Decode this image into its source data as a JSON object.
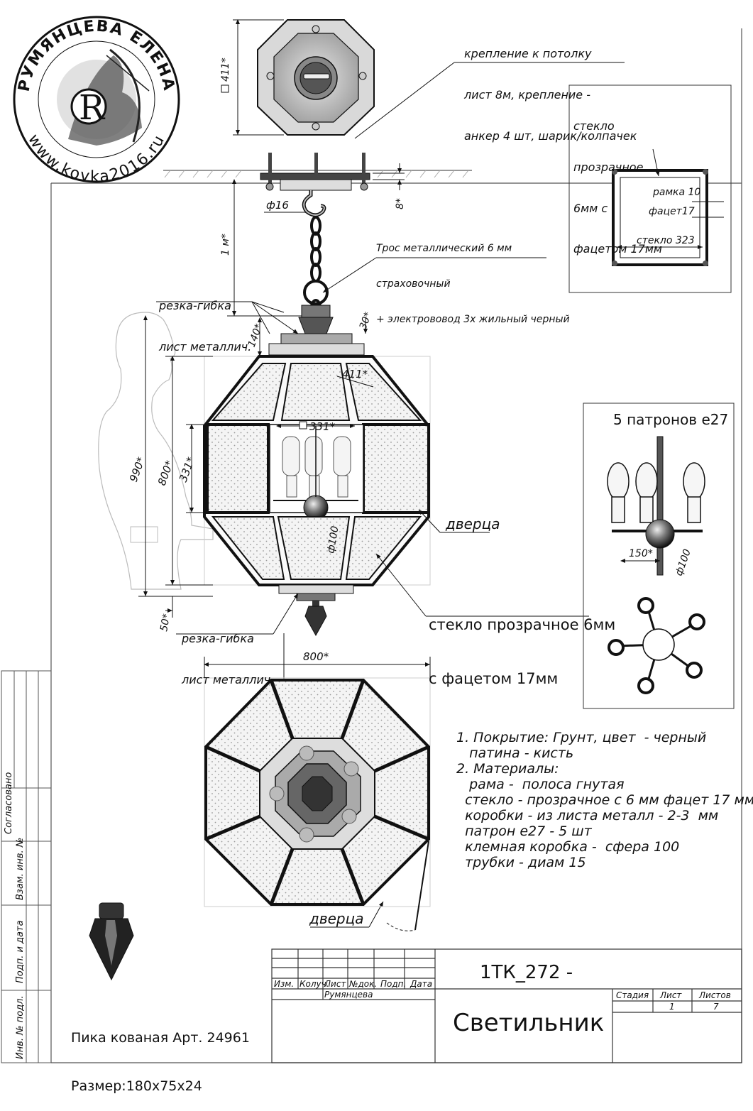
{
  "stamp": {
    "top_text": "РУМЯНЦЕВА ЕЛЕНА",
    "bottom_text": "www.kovka2016.ru",
    "monogram": "R"
  },
  "labels": {
    "ceiling_mount": [
      "крепление к потолку",
      "лист 8м, крепление -",
      "анкер 4 шт, шарик/колпачек"
    ],
    "glass_top_right": [
      "стекло",
      "прозрачное",
      "6мм с",
      "фацетом 17мм"
    ],
    "cable": [
      "Трос металлический 6 мм",
      "страховочный",
      "+ электрововод 3х жильный черный"
    ],
    "cut_bend_top": [
      "резка-гибка",
      "лист металлич."
    ],
    "cut_bend_bottom": [
      "резка-гибка",
      "лист металлич."
    ],
    "door_side": "дверца",
    "door_bottom": "дверца",
    "glass_main": [
      "стекло прозрачное 6мм",
      "с фацетом 17мм"
    ],
    "sockets_title": "5 патронов е27"
  },
  "glass_detail": {
    "frame": "рамка 10",
    "facet": "фацет17",
    "glass": "стекло 323"
  },
  "dimensions": {
    "d411_top": "411*",
    "d8": "8*",
    "d16": "ф16",
    "d1m": "1 м*",
    "d30": "30*",
    "d140": "140*",
    "d411_mid": "411*",
    "d331_h": "331*",
    "d331_v": "331*",
    "d990": "990*",
    "d800_v": "800*",
    "d100": "ф100",
    "d50": "50*",
    "d800_h": "800*",
    "d150": "150*",
    "d100_socket": "ф100"
  },
  "notes": [
    "1. Покрытие: Грунт, цвет  - черный",
    "   патина - кисть",
    "2. Материалы:",
    "   рама -  полоса гнутая",
    "  стекло - прозрачное с 6 мм фацет 17 мм",
    "  коробки - из листа металл - 2-3  мм",
    "  патрон е27 - 5 шт",
    "  клемная коробка -  сфера 100",
    "  трубки - диам 15"
  ],
  "finial": {
    "name": "Пика кованая Арт. 24961",
    "size": "Размер:180х75х24"
  },
  "side_stamp": [
    "Согласовано",
    "Взам. инв. №",
    "Подп. и дата",
    "Инв. № подл."
  ],
  "title_block": {
    "code": "1ТК_272 -",
    "name": "Светильник",
    "headers": [
      "Изм.",
      "Колуч.",
      "Лист",
      "№док.",
      "Подп.",
      "Дата"
    ],
    "author": "Румянцева",
    "stage_headers": [
      "Стадия",
      "Лист",
      "Листов"
    ],
    "sheet": "1",
    "sheets": "7"
  }
}
